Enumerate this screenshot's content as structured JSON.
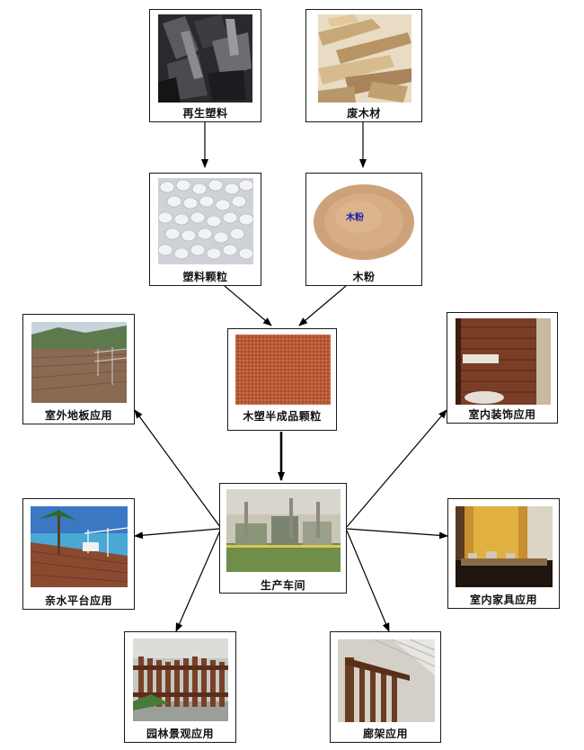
{
  "nodes": {
    "recycled_plastic": "再生塑料",
    "waste_wood": "废木材",
    "plastic_pellets": "塑料颗粒",
    "wood_powder": "木粉",
    "wood_powder_overlay": "木粉",
    "wpc_pellets": "木塑半成品颗粒",
    "workshop": "生产车间",
    "outdoor_floor": "室外地板应用",
    "indoor_decor": "室内装饰应用",
    "waterside": "亲水平台应用",
    "indoor_furniture": "室内家具应用",
    "garden": "园林景观应用",
    "corridor": "廊架应用"
  }
}
